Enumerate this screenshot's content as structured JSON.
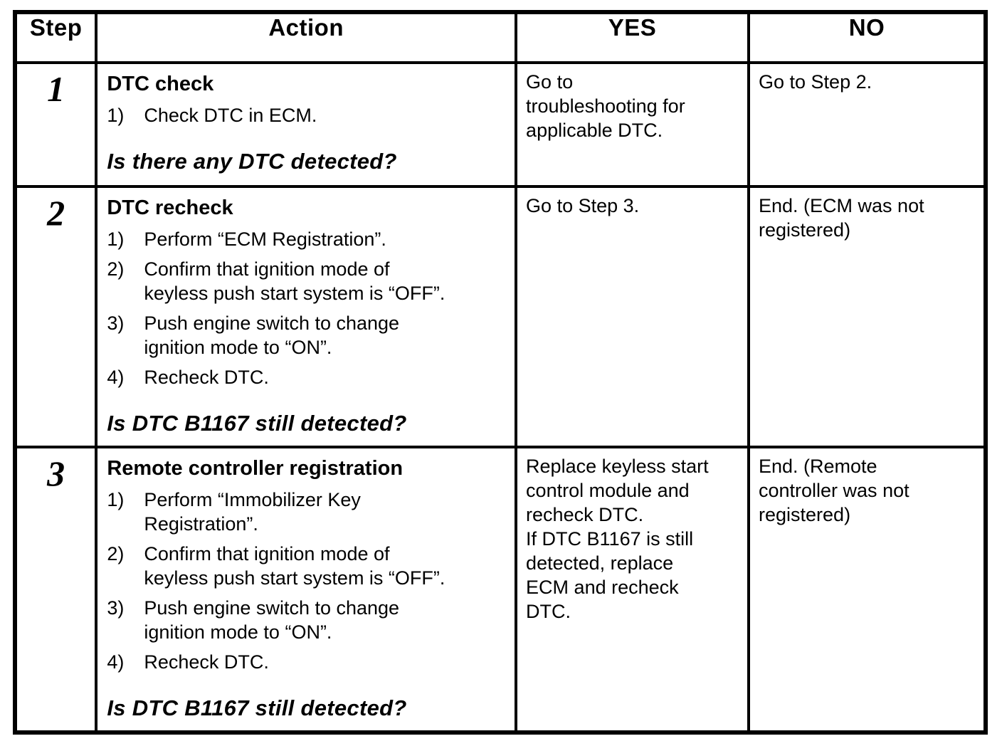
{
  "colors": {
    "border": "#000000",
    "text": "#000000",
    "background": "#ffffff"
  },
  "table": {
    "headers": {
      "step": "Step",
      "action": "Action",
      "yes": "YES",
      "no": "NO"
    },
    "rows": [
      {
        "step": "1",
        "action": {
          "title": "DTC check",
          "items": [
            {
              "num": "1)",
              "text": "Check DTC in ECM."
            }
          ],
          "question": "Is there any DTC detected?"
        },
        "yes": "Go to\ntroubleshooting for\napplicable DTC.",
        "no": "Go to Step 2."
      },
      {
        "step": "2",
        "action": {
          "title": "DTC recheck",
          "items": [
            {
              "num": "1)",
              "text": "Perform “ECM Registration”."
            },
            {
              "num": "2)",
              "text": "Confirm that ignition mode of\nkeyless push start system is “OFF”."
            },
            {
              "num": "3)",
              "text": "Push engine switch to change\nignition mode to “ON”."
            },
            {
              "num": "4)",
              "text": "Recheck DTC."
            }
          ],
          "question": "Is DTC B1167 still detected?"
        },
        "yes": "Go to Step 3.",
        "no": "End. (ECM was not\nregistered)"
      },
      {
        "step": "3",
        "action": {
          "title": "Remote controller registration",
          "items": [
            {
              "num": "1)",
              "text": "Perform “Immobilizer Key\nRegistration”."
            },
            {
              "num": "2)",
              "text": "Confirm that ignition mode of\nkeyless push start system is “OFF”."
            },
            {
              "num": "3)",
              "text": "Push engine switch to change\nignition mode to “ON”."
            },
            {
              "num": "4)",
              "text": "Recheck DTC."
            }
          ],
          "question": "Is DTC B1167 still detected?"
        },
        "yes": "Replace keyless start\ncontrol module and\nrecheck DTC.\nIf DTC B1167 is still\ndetected, replace\nECM and recheck\nDTC.",
        "no": "End. (Remote\ncontroller was not\nregistered)"
      }
    ]
  }
}
